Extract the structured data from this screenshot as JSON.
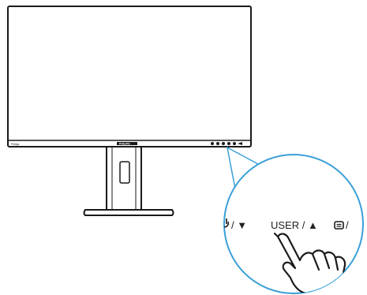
{
  "monitor": {
    "brand": "PHILIPS",
    "model_label": "Philips"
  },
  "callout": {
    "left_label": "/ ▼",
    "center_label": "USER / ▲",
    "right_label": "/"
  },
  "colors": {
    "outline": "#1a1a1a",
    "callout_ring": "#3aa0d8",
    "background": "#ffffff"
  },
  "icons": [
    "power-icon",
    "menu-icon",
    "hand-pointer-icon"
  ]
}
